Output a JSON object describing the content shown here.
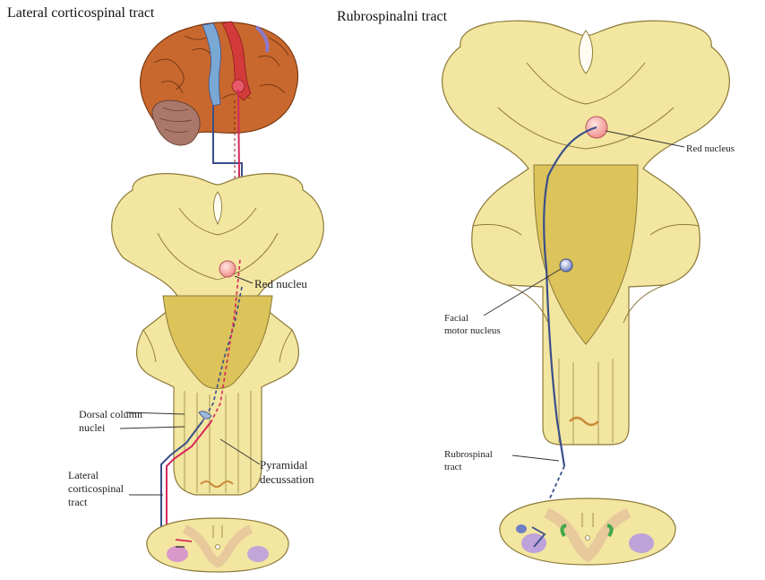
{
  "panels": {
    "left": {
      "title": "Lateral corticospinal tract",
      "labels": {
        "red_nucleus": "Red nucleu",
        "dorsal_column_1": "Dorsal column",
        "dorsal_column_2": "nuclei",
        "pyramidal_1": "Pyramidal",
        "pyramidal_2": "decussation",
        "lateral_1": "Lateral",
        "lateral_2": "corticospinal",
        "lateral_3": "tract"
      }
    },
    "right": {
      "title": "Rubrospinalni tract",
      "labels": {
        "red_nucleus": "Red nucleus",
        "facial_1": "Facial",
        "facial_2": "motor nucleus",
        "rubrospinal_1": "Rubrospinal",
        "rubrospinal_2": "tract"
      }
    }
  },
  "colors": {
    "tissue": "#f3e6a0",
    "tissue_dark": "#dcc35a",
    "tissue_outline": "#8c7a3a",
    "red_tract": "#d6285a",
    "blue_tract": "#3a4f8a",
    "cortex": "#c9682e",
    "red_nucleus": "#f4a7a3"
  }
}
